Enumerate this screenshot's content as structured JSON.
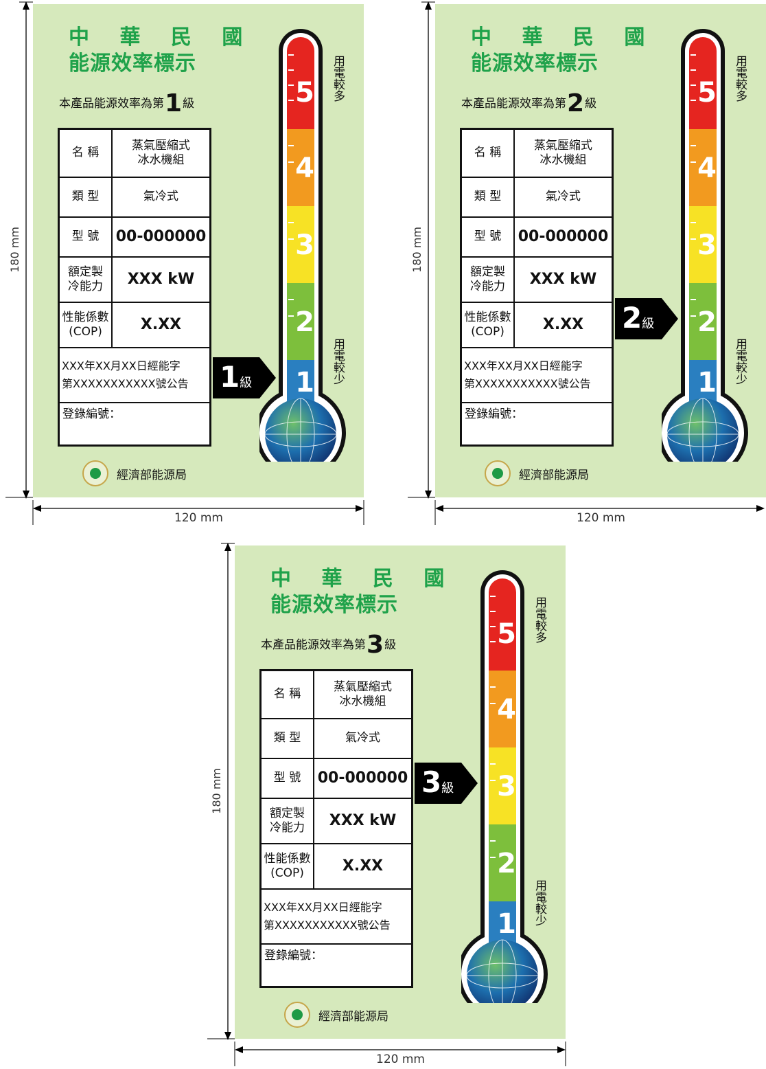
{
  "labels": [
    {
      "title_country": "中 華 民 國",
      "title_main": "能源效率標示",
      "grade_prefix": "本產品能源效率為第",
      "grade": "1",
      "grade_suffix": "級",
      "name_key": "名 稱",
      "name_value_1": "蒸氣壓縮式",
      "name_value_2": "冰水機組",
      "type_key": "類 型",
      "type_value": "氣冷式",
      "model_key": "型 號",
      "model_value": "00-000000",
      "capacity_key_1": "額定製",
      "capacity_key_2": "冷能力",
      "capacity_value": "XXX kW",
      "cop_key_1": "性能係數",
      "cop_key_2": "(COP)",
      "cop_value": "X.XX",
      "notice_1": "XXX年XX月XX日經能字",
      "notice_2": "第XXXXXXXXXXX號公告",
      "registration": "登錄編號：",
      "agency": "經濟部能源局",
      "more_power": "用電較多",
      "less_power": "用電較少",
      "scale": [
        "5",
        "4",
        "3",
        "2",
        "1"
      ],
      "badge_number": "1",
      "badge_unit": "級",
      "height_dim": "180 mm",
      "width_dim": "120 mm"
    },
    {
      "title_country": "中 華 民 國",
      "title_main": "能源效率標示",
      "grade_prefix": "本產品能源效率為第",
      "grade": "2",
      "grade_suffix": "級",
      "name_key": "名 稱",
      "name_value_1": "蒸氣壓縮式",
      "name_value_2": "冰水機組",
      "type_key": "類 型",
      "type_value": "氣冷式",
      "model_key": "型 號",
      "model_value": "00-000000",
      "capacity_key_1": "額定製",
      "capacity_key_2": "冷能力",
      "capacity_value": "XXX kW",
      "cop_key_1": "性能係數",
      "cop_key_2": "(COP)",
      "cop_value": "X.XX",
      "notice_1": "XXX年XX月XX日經能字",
      "notice_2": "第XXXXXXXXXXX號公告",
      "registration": "登錄編號：",
      "agency": "經濟部能源局",
      "more_power": "用電較多",
      "less_power": "用電較少",
      "scale": [
        "5",
        "4",
        "3",
        "2",
        "1"
      ],
      "badge_number": "2",
      "badge_unit": "級",
      "height_dim": "180 mm",
      "width_dim": "120 mm"
    },
    {
      "title_country": "中 華 民 國",
      "title_main": "能源效率標示",
      "grade_prefix": "本產品能源效率為第",
      "grade": "3",
      "grade_suffix": "級",
      "name_key": "名 稱",
      "name_value_1": "蒸氣壓縮式",
      "name_value_2": "冰水機組",
      "type_key": "類 型",
      "type_value": "氣冷式",
      "model_key": "型 號",
      "model_value": "00-000000",
      "capacity_key_1": "額定製",
      "capacity_key_2": "冷能力",
      "capacity_value": "XXX kW",
      "cop_key_1": "性能係數",
      "cop_key_2": "(COP)",
      "cop_value": "X.XX",
      "notice_1": "XXX年XX月XX日經能字",
      "notice_2": "第XXXXXXXXXXX號公告",
      "registration": "登錄編號：",
      "agency": "經濟部能源局",
      "more_power": "用電較多",
      "less_power": "用電較少",
      "scale": [
        "5",
        "4",
        "3",
        "2",
        "1"
      ],
      "badge_number": "3",
      "badge_unit": "級",
      "height_dim": "180 mm",
      "width_dim": "120 mm"
    }
  ],
  "colors": {
    "background": "#d6e9bc",
    "title_green": "#1fa24a",
    "level_5": "#e52520",
    "level_4": "#f29a1f",
    "level_3": "#f7e225",
    "level_2": "#7dbf3c",
    "level_1": "#2a7fc0",
    "badge": "#000000",
    "earth_blue": "#1c4f9c",
    "earth_green": "#3aa24a"
  },
  "icons": [
    "thermometer-icon",
    "globe-icon",
    "energy-bureau-logo-icon",
    "pointer-arrow-icon"
  ]
}
